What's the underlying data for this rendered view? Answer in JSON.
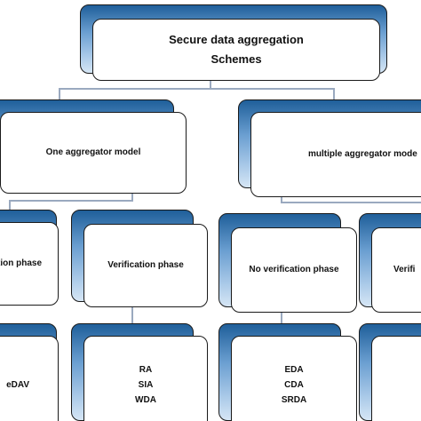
{
  "diagram": {
    "root": {
      "line1": "Secure data aggregation",
      "line2": "Schemes"
    },
    "one_aggregator": {
      "title": "One aggregator model",
      "no_verification": "ication phase",
      "verification": "Verification phase",
      "no_verification_schemes": [
        "eDAV"
      ],
      "verification_schemes": [
        "RA",
        "SIA",
        "WDA"
      ]
    },
    "multiple_aggregator": {
      "title": "multiple aggregator mode",
      "no_verification": "No verification phase",
      "verification": "Verifi",
      "no_verification_schemes": [
        "EDA",
        "CDA",
        "SRDA"
      ]
    }
  },
  "colors": {
    "box_gradient_top": "#1f5f9a",
    "box_gradient_bottom": "#d6e6f5",
    "connector": "#9aa9bf",
    "border": "#1a1a1a"
  }
}
